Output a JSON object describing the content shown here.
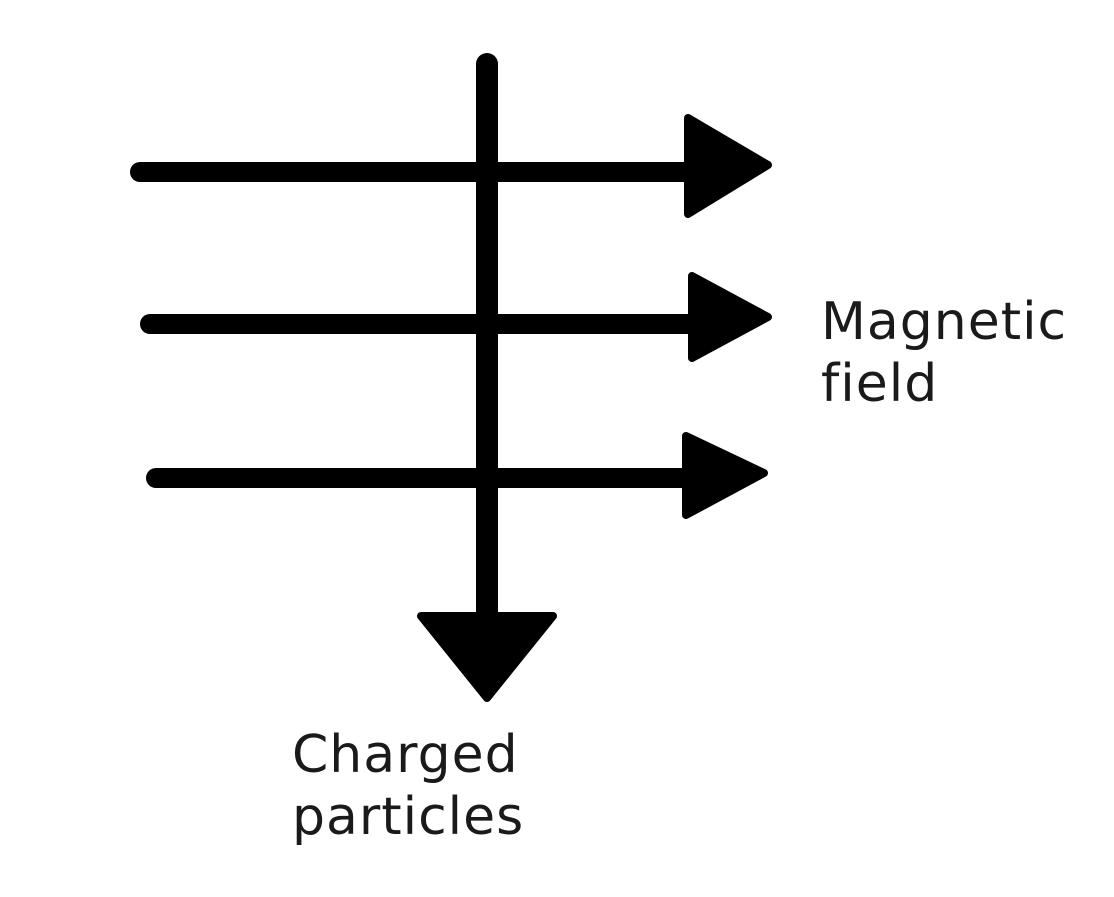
{
  "diagram": {
    "background": "#ffffff",
    "arrow_color": "#000000",
    "text_color": "#1a1a1a",
    "labels": {
      "magnetic_field": {
        "line1": "Magnetic",
        "line2": "field"
      },
      "charged_particles": {
        "line1": "Charged",
        "line2": "particles"
      }
    },
    "arrows": [
      {
        "name": "magnetic-field-arrow-1",
        "direction": "right"
      },
      {
        "name": "magnetic-field-arrow-2",
        "direction": "right"
      },
      {
        "name": "magnetic-field-arrow-3",
        "direction": "right"
      },
      {
        "name": "charged-particles-arrow",
        "direction": "down"
      }
    ]
  }
}
